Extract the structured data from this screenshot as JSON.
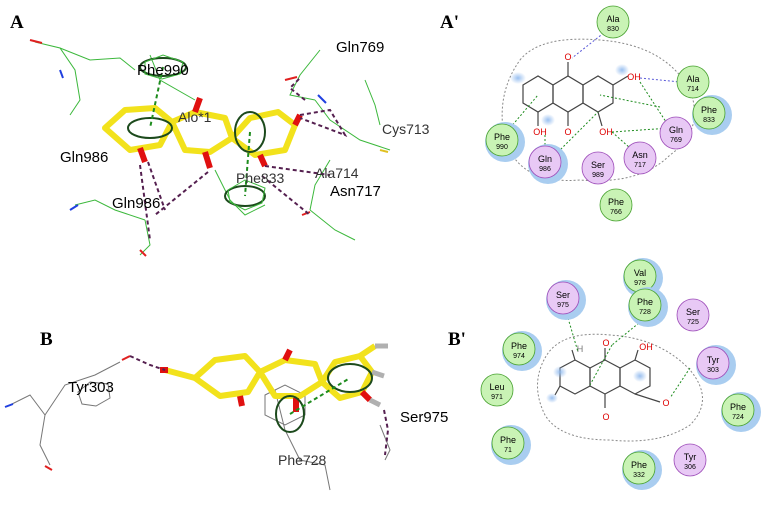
{
  "panels": {
    "A": {
      "letter": "A",
      "residue_labels": [
        "Phe990",
        "Alo*1",
        "Gln769",
        "Cys713",
        "Gln986",
        "Phe833",
        "Ala714",
        "Asn717",
        "Gln986"
      ]
    },
    "A_prime": {
      "letter": "A'",
      "atoms": [
        "O",
        "OH",
        "OH",
        "OH",
        "O"
      ],
      "residues": [
        {
          "name": "Ala",
          "num": "830",
          "type": "hydrophobic"
        },
        {
          "name": "Ala",
          "num": "714",
          "type": "hydrophobic"
        },
        {
          "name": "Phe",
          "num": "833",
          "type": "hydrophobic"
        },
        {
          "name": "Phe",
          "num": "990",
          "type": "hydrophobic"
        },
        {
          "name": "Gln",
          "num": "769",
          "type": "polar"
        },
        {
          "name": "Asn",
          "num": "717",
          "type": "polar"
        },
        {
          "name": "Ser",
          "num": "989",
          "type": "polar"
        },
        {
          "name": "Gln",
          "num": "986",
          "type": "polar"
        },
        {
          "name": "Phe",
          "num": "766",
          "type": "hydrophobic"
        }
      ]
    },
    "B": {
      "letter": "B",
      "residue_labels": [
        "Tyr303",
        "Ser975",
        "Phe728"
      ]
    },
    "B_prime": {
      "letter": "B'",
      "atoms": [
        "OH",
        "O",
        "O",
        "O",
        "H"
      ],
      "residues": [
        {
          "name": "Ser",
          "num": "975",
          "type": "polar"
        },
        {
          "name": "Val",
          "num": "978",
          "type": "hydrophobic"
        },
        {
          "name": "Phe",
          "num": "728",
          "type": "hydrophobic"
        },
        {
          "name": "Ser",
          "num": "725",
          "type": "polar"
        },
        {
          "name": "Phe",
          "num": "974",
          "type": "hydrophobic"
        },
        {
          "name": "Tyr",
          "num": "303",
          "type": "polar"
        },
        {
          "name": "Leu",
          "num": "971",
          "type": "hydrophobic"
        },
        {
          "name": "Phe",
          "num": "724",
          "type": "hydrophobic"
        },
        {
          "name": "Phe",
          "num": "71",
          "type": "hydrophobic"
        },
        {
          "name": "Tyr",
          "num": "306",
          "type": "polar"
        },
        {
          "name": "Phe",
          "num": "332",
          "type": "hydrophobic"
        }
      ]
    }
  },
  "colors": {
    "ligand_3d": "#f2e21c",
    "oxygen": "#e01010",
    "hydrophobic_fill": "#c9f3b5",
    "hydrophobic_stroke": "#47a12f",
    "polar_fill": "#e8c9f5",
    "polar_stroke": "#9c4bb8",
    "solvent_halo": "#a9cdf0",
    "hbond": "#1e8c1e",
    "backbone_hbond": "#5a5ad8",
    "pi_ring": "#1c4a1c"
  }
}
